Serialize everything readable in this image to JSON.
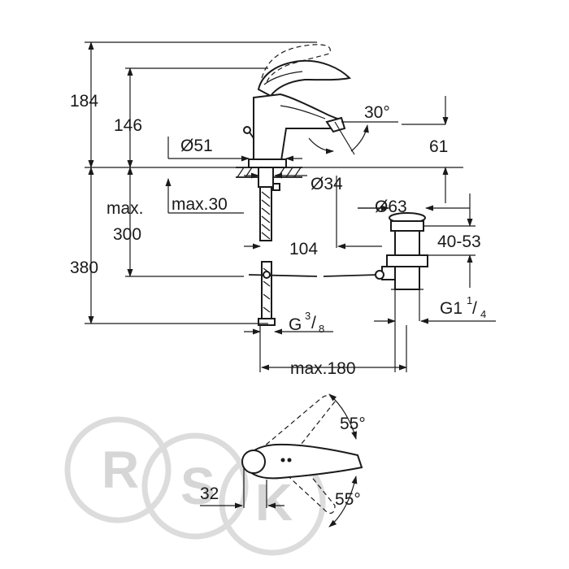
{
  "dimensions": {
    "h184": "184",
    "h146": "146",
    "d51": "Ø51",
    "angle30": "30°",
    "h61": "61",
    "d34": "Ø34",
    "max30": "max.30",
    "max300_a": "max.",
    "max300_b": "300",
    "d63": "Ø63",
    "w104": "104",
    "r4053": "40-53",
    "h380": "380",
    "g38": "G",
    "g38_num": "3",
    "g38_den": "8",
    "g114": "G1",
    "g114_num": "1",
    "g114_den": "4",
    "max180": "max.180",
    "angle55_top": "55°",
    "angle55_bottom": "55°",
    "w32": "32"
  },
  "watermark": {
    "letters": [
      "R",
      "S",
      "K"
    ]
  }
}
